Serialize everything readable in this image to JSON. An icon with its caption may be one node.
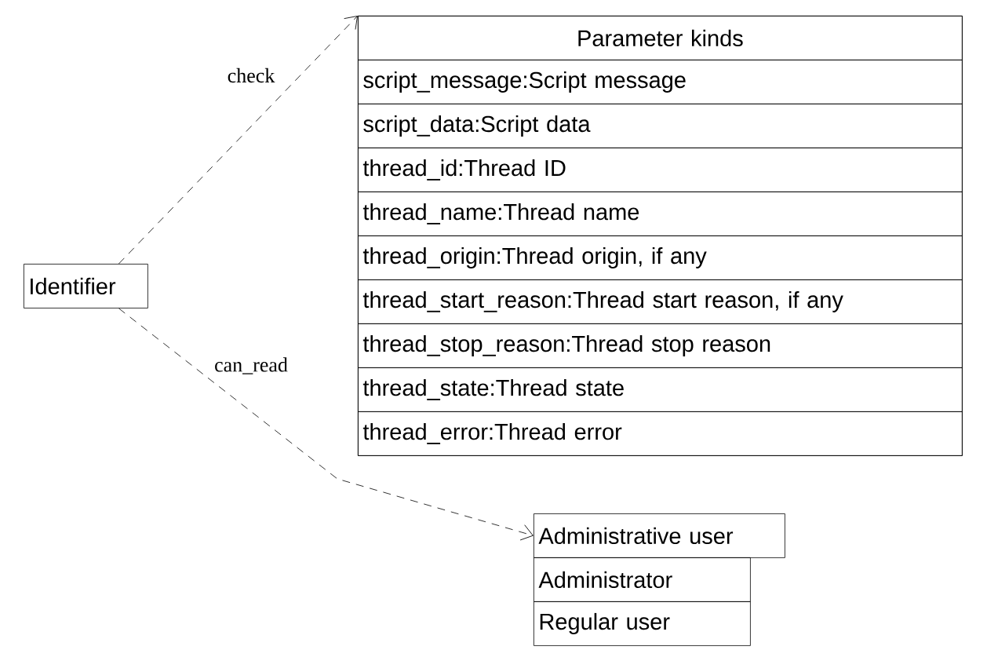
{
  "diagram": {
    "nodes": [
      {
        "text": [
          "Identifier"
        ]
      },
      {
        "text": [
          "Parameter kinds",
          "script_message:Script message",
          "script_data:Script data",
          "thread_id:Thread ID",
          "thread_name:Thread name",
          "thread_origin:Thread origin, if any",
          "thread_start_reason:Thread start reason, if any",
          "thread_stop_reason:Thread stop reason",
          "thread_state:Thread state",
          "thread_error:Thread error"
        ]
      },
      {
        "text": [
          "Administrative user"
        ]
      },
      {
        "text": [
          "Administrator"
        ]
      },
      {
        "text": [
          "Regular user"
        ]
      }
    ],
    "edges": [
      {
        "from": 0,
        "to": 1,
        "arrow": "to",
        "label": "check",
        "style": "dashed"
      },
      {
        "from": 0,
        "to": 2,
        "arrow": "to",
        "label": "can_read",
        "style": "dashed"
      }
    ]
  }
}
